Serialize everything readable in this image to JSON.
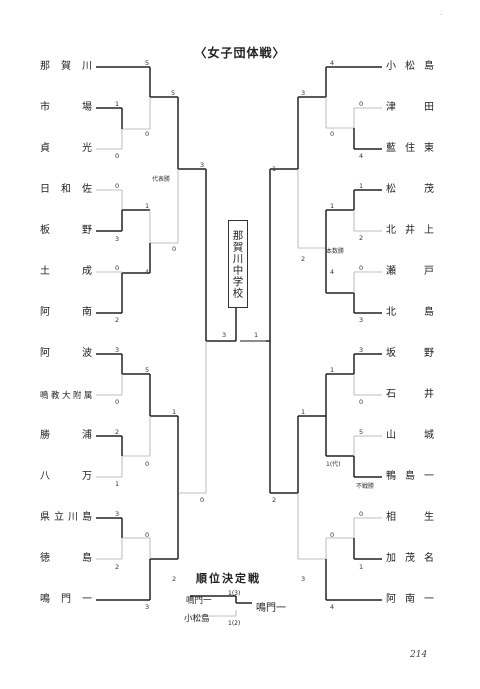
{
  "title": "〈女子団体戦〉",
  "corner_mark": "·",
  "left_teams": [
    "那賀川",
    "市場",
    "貞光",
    "日和佐",
    "板野",
    "土成",
    "阿南",
    "阿波",
    "鳴教大附属",
    "勝浦",
    "八万",
    "県立川島",
    "徳島",
    "鳴門一"
  ],
  "right_teams": [
    "小松島",
    "津田",
    "藍住東",
    "松茂",
    "北井上",
    "瀬戸",
    "北島",
    "坂野",
    "石井",
    "山城",
    "鴨島一",
    "相生",
    "加茂名",
    "阿南一"
  ],
  "winner": "那賀川中学校",
  "notes": {
    "daihyo": "代表勝",
    "honsu": "本数勝",
    "daihyo_short": "1(代)",
    "fusen": "不戦勝"
  },
  "placement": {
    "title": "順位決定戦",
    "team_a": "鳴門一",
    "score_a": "1(3)",
    "team_b": "小松島",
    "score_b": "1(2)",
    "winner": "鳴門一"
  },
  "page_number": "214"
}
